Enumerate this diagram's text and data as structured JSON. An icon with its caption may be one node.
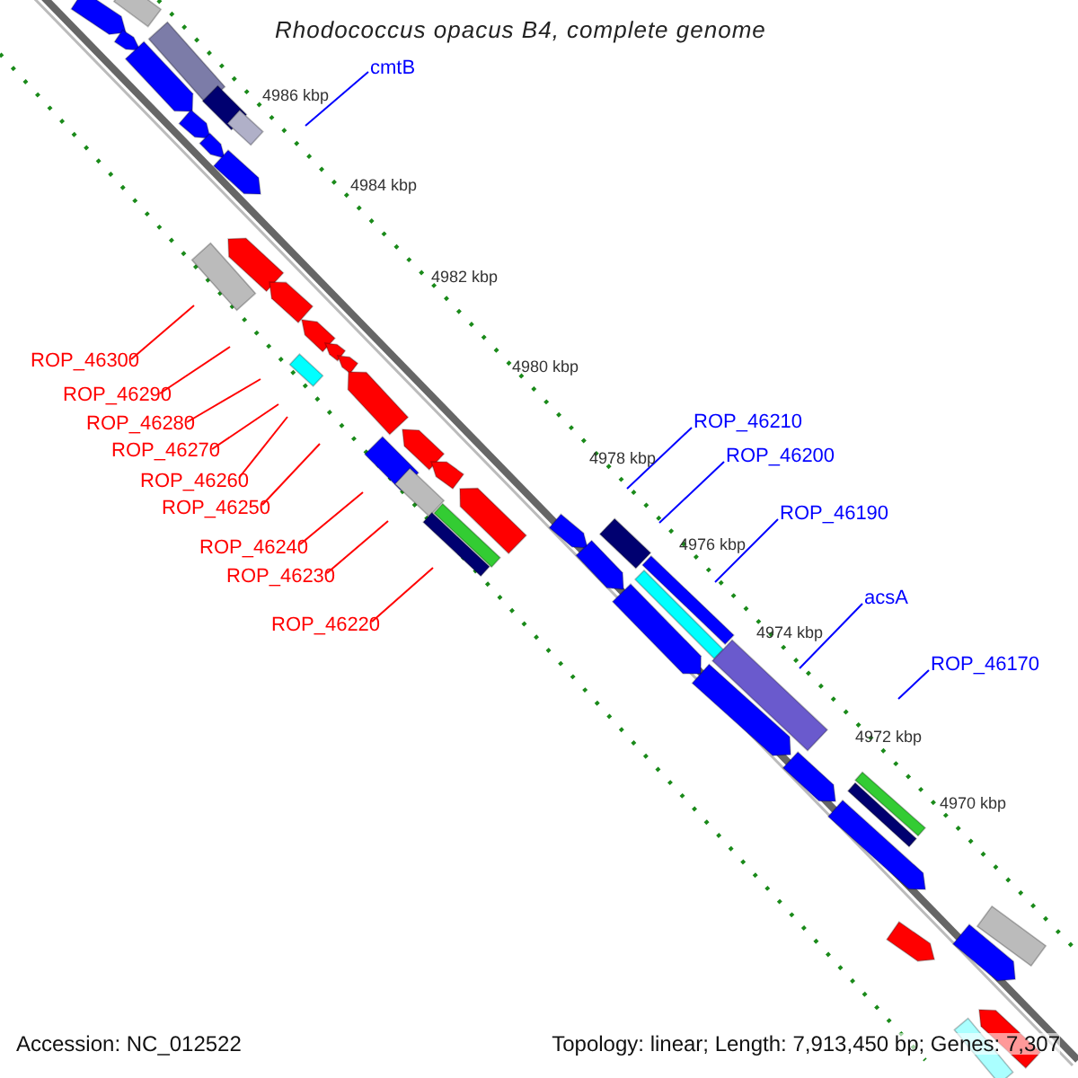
{
  "diagram": {
    "title": "Rhodococcus opacus B4, complete genome",
    "nodes": [
      {
        "text": [
          "cmtB"
        ]
      },
      {
        "text": [
          "ROP_46300"
        ]
      },
      {
        "text": [
          "ROP_46290"
        ]
      },
      {
        "text": [
          "ROP_46280"
        ]
      },
      {
        "text": [
          "ROP_46270"
        ]
      },
      {
        "text": [
          "ROP_46260"
        ]
      },
      {
        "text": [
          "ROP_46250"
        ]
      },
      {
        "text": [
          "ROP_46240"
        ]
      },
      {
        "text": [
          "ROP_46230"
        ]
      },
      {
        "text": [
          "ROP_46220"
        ]
      },
      {
        "text": [
          "ROP_46210"
        ]
      },
      {
        "text": [
          "ROP_46200"
        ]
      },
      {
        "text": [
          "ROP_46190"
        ]
      },
      {
        "text": [
          "acsA"
        ]
      },
      {
        "text": [
          "ROP_46170"
        ]
      }
    ],
    "edges": [
      {
        "from": 0,
        "to": null,
        "arrow": "none",
        "color": "#0000ff"
      },
      {
        "from": 1,
        "to": null,
        "arrow": "none"
      },
      {
        "from": 2,
        "to": null,
        "arrow": "none"
      },
      {
        "from": 3,
        "to": null,
        "arrow": "none"
      },
      {
        "from": 4,
        "to": null,
        "arrow": "none"
      },
      {
        "from": 5,
        "to": null,
        "arrow": "none"
      },
      {
        "from": 6,
        "to": null,
        "arrow": "none"
      },
      {
        "from": 7,
        "to": null,
        "arrow": "none"
      },
      {
        "from": 8,
        "to": null,
        "arrow": "none"
      },
      {
        "from": 9,
        "to": null,
        "arrow": "none"
      },
      {
        "from": 10,
        "to": null,
        "arrow": "none",
        "color": "#0000ff"
      },
      {
        "from": 11,
        "to": null,
        "arrow": "none",
        "color": "#0000ff"
      },
      {
        "from": 12,
        "to": null,
        "arrow": "none",
        "color": "#0000ff"
      },
      {
        "from": 13,
        "to": null,
        "arrow": "none",
        "color": "#0000ff"
      },
      {
        "from": 14,
        "to": null,
        "arrow": "none",
        "color": "#0000ff"
      }
    ],
    "labels": [
      "4986 kbp",
      "4984 kbp",
      "4982 kbp",
      "4980 kbp",
      "4978 kbp",
      "4976 kbp",
      "4974 kbp",
      "4972 kbp",
      "4970 kbp",
      "Accession: NC_012522",
      "Topology: linear; Length: 7,913,450 bp; Genes: 7,307"
    ]
  }
}
